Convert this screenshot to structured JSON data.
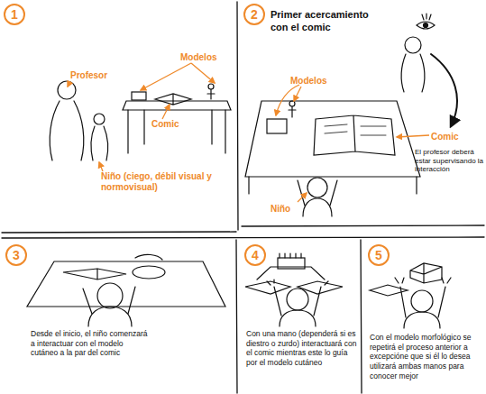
{
  "diagram": {
    "nodes": [
      {
        "text": [
          "1"
        ]
      },
      {
        "text": [
          "2",
          "Primer acercamiento con el comic"
        ]
      },
      {
        "text": [
          "3",
          "Desde el inicio, el niño comenzará a interactuar con el modelo cutáneo a la par del comic"
        ]
      },
      {
        "text": [
          "4",
          "Con una mano (dependerá si es diestro o zurdo) interactuará con el comic mientras este lo guía por el modelo cutáneo"
        ]
      },
      {
        "text": [
          "5",
          "Con el modelo morfológico se repetirá el proceso anterior a excepcióne que si él lo desea utilizará ambas manos para conocer mejor"
        ]
      }
    ],
    "labels": [
      "Profesor",
      "Modelos",
      "Comic",
      "Niño (ciego, débil visual y normovisual)",
      "Modelos",
      "Comic",
      "El profesor deberá estar supervisando la interacción",
      "Niño"
    ]
  }
}
